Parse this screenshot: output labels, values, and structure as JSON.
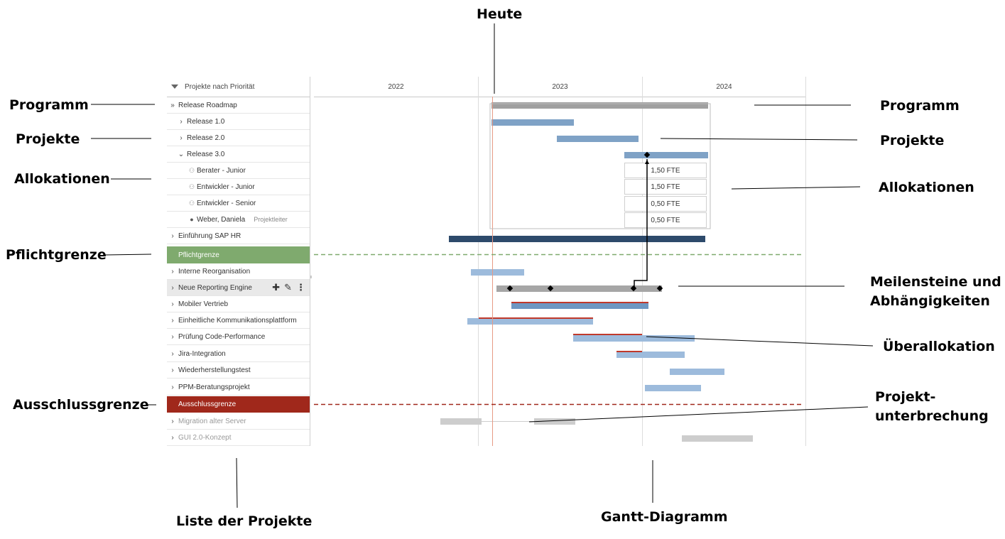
{
  "annotations": {
    "heute": "Heute",
    "programm_left": "Programm",
    "projekte_left": "Projekte",
    "allokationen_left": "Allokationen",
    "pflichtgrenze": "Pflichtgrenze",
    "ausschlussgrenze": "Ausschlussgrenze",
    "liste": "Liste der Projekte",
    "gantt": "Gantt-Diagramm",
    "programm_right": "Programm",
    "projekte_right": "Projekte",
    "allokationen_right": "Allokationen",
    "meilensteine": "Meilensteine und Abhängigkeiten",
    "ueberallokation": "Überallokation",
    "unterbrechung": "Projekt-unterbrechung"
  },
  "list": {
    "header": "Projekte nach Priorität",
    "rows": [
      {
        "label": "Release Roadmap",
        "chevron": "»"
      },
      {
        "label": "Release 1.0",
        "chevron": "›"
      },
      {
        "label": "Release 2.0",
        "chevron": "›"
      },
      {
        "label": "Release 3.0",
        "chevron": "⌄"
      },
      {
        "label": "Berater - Junior",
        "icon": "person-outline-icon"
      },
      {
        "label": "Entwickler - Junior",
        "icon": "person-outline-icon"
      },
      {
        "label": "Entwickler - Senior",
        "icon": "person-outline-icon"
      },
      {
        "label": "Weber, Daniela",
        "role": "Projektleiter",
        "icon": "person-solid-icon"
      },
      {
        "label": "Einführung SAP HR",
        "chevron": "›"
      },
      {
        "label": "Pflichtgrenze"
      },
      {
        "label": "Interne Reorganisation",
        "chevron": "›"
      },
      {
        "label": "Neue Reporting Engine",
        "chevron": "›"
      },
      {
        "label": "Mobiler Vertrieb",
        "chevron": "›"
      },
      {
        "label": "Einheitliche Kommunikationsplattform",
        "chevron": "›"
      },
      {
        "label": "Prüfung Code-Performance",
        "chevron": "›"
      },
      {
        "label": "Jira-Integration",
        "chevron": "›"
      },
      {
        "label": "Wiederherstellungstest",
        "chevron": "›"
      },
      {
        "label": "PPM-Beratungsprojekt",
        "chevron": "›"
      },
      {
        "label": "Ausschlussgrenze"
      },
      {
        "label": "Migration alter Server",
        "chevron": "›"
      },
      {
        "label": "GUI 2.0-Konzept",
        "chevron": "›"
      }
    ]
  },
  "chart": {
    "years": [
      "2022",
      "2023",
      "2024"
    ],
    "fte": [
      "1,50 FTE",
      "1,50 FTE",
      "0,50 FTE",
      "0,50 FTE"
    ]
  },
  "colors": {
    "program_bar": "#a0a0a0",
    "project_bar": "#7fa2c6",
    "dark_bar": "#2d4a6b",
    "light_bar": "#9dbbdc",
    "gray_bar": "#cdcdcd",
    "overalloc": "#c0392b",
    "pflicht": "#7faa6e",
    "ausschluss": "#a0281b",
    "today": "#e79a85"
  }
}
